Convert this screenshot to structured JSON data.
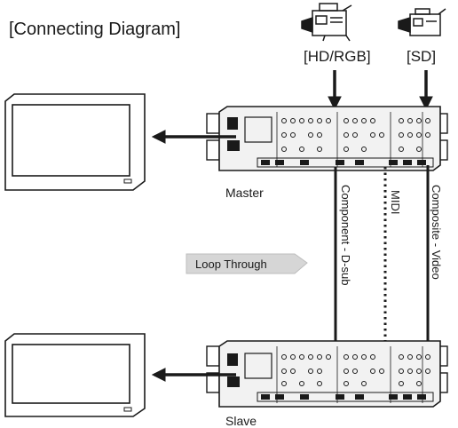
{
  "title": "[Connecting Diagram]",
  "cameras": {
    "hd_label": "[HD/RGB]",
    "sd_label": "[SD]"
  },
  "units": {
    "master_label": "Master",
    "slave_label": "Slave"
  },
  "cables": {
    "component": "Component - D-sub",
    "midi": "MIDI",
    "composite": "Composite - Video"
  },
  "callout": {
    "loop_through": "Loop Through"
  },
  "colors": {
    "line": "#1a1a1a",
    "device_fill": "#f2f2f2",
    "callout_fill": "#d6d6d6"
  }
}
